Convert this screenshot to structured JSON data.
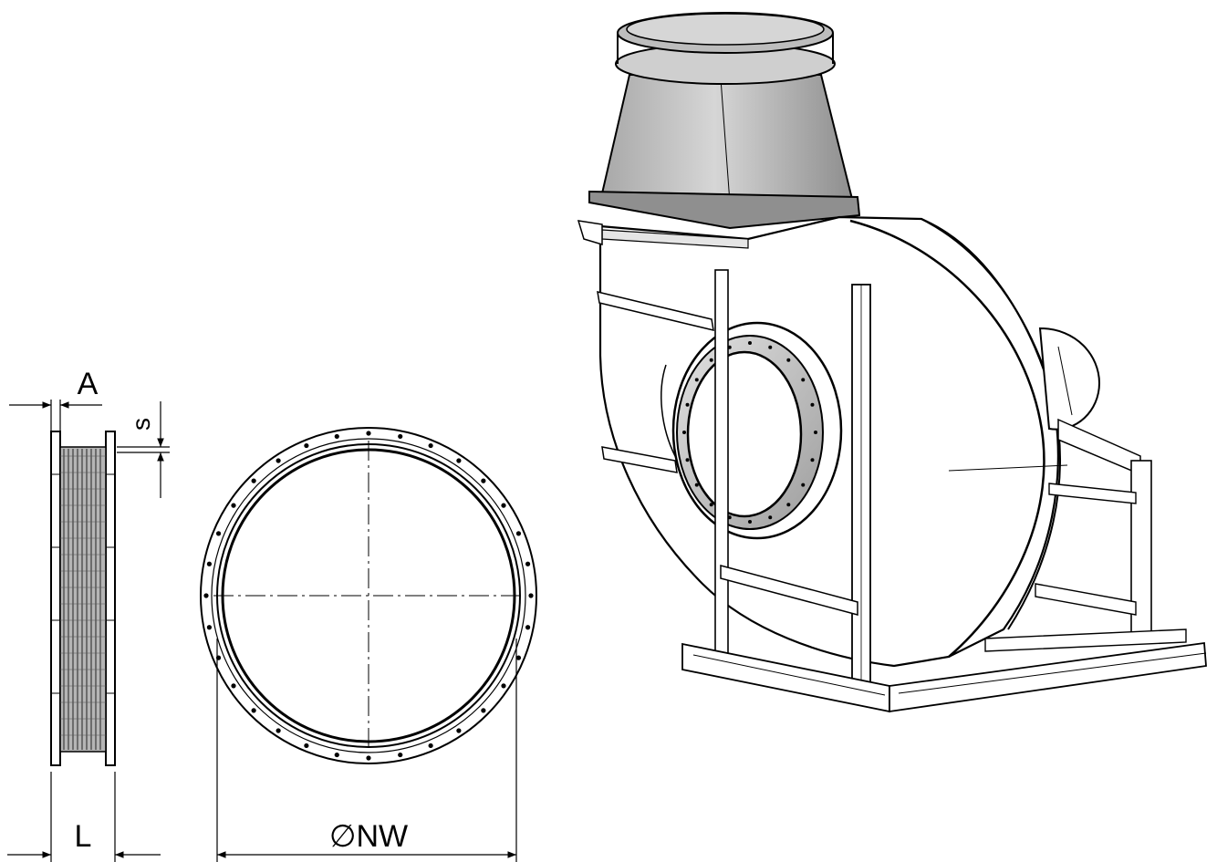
{
  "labels": {
    "dim_a": "A",
    "dim_s": "s",
    "dim_l": "L",
    "dim_nw": "∅NW"
  },
  "colors": {
    "line": "#000000",
    "background": "#ffffff",
    "transition_light": "#d4d4d4",
    "transition_dark": "#9a9a9a",
    "flange_gray": "#bdbdbd",
    "bellows_gray": "#a8a8a8"
  }
}
